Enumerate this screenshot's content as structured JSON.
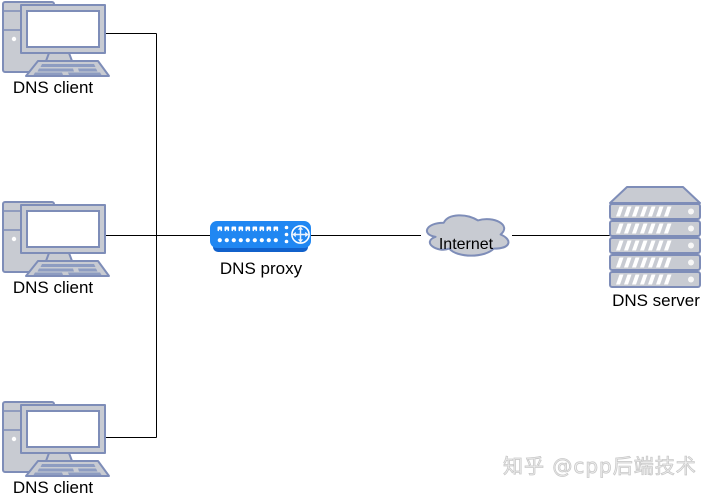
{
  "diagram": {
    "clients": [
      {
        "label": "DNS client"
      },
      {
        "label": "DNS client"
      },
      {
        "label": "DNS client"
      }
    ],
    "proxy": {
      "label": "DNS proxy"
    },
    "cloud": {
      "label": "Internet"
    },
    "server": {
      "label": "DNS server"
    },
    "watermark": "知乎 @cpp后端技术",
    "colors": {
      "icon_stroke": "#7E8DB8",
      "icon_fill": "#C8CBD2",
      "key_fill": "#8D9CC1",
      "proxy_body": "#2087F2",
      "proxy_base": "#1161CB",
      "connector": "#000000",
      "label_text": "#000000",
      "watermark_fill": "#F0F0F0",
      "watermark_stroke": "#C9C9C9"
    }
  }
}
